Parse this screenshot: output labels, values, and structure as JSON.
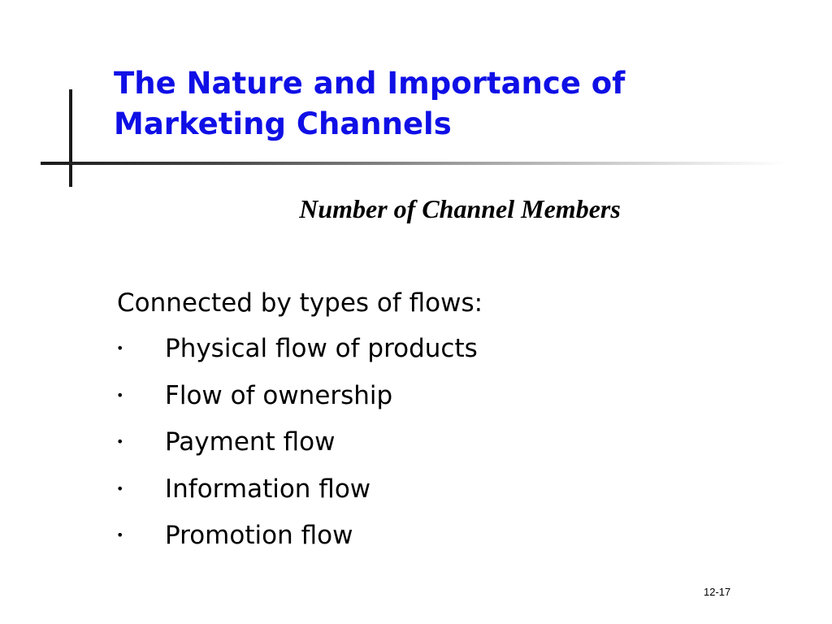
{
  "slide": {
    "title_line1": "The Nature and Importance of",
    "title_line2": "Marketing Channels",
    "subtitle": "Number of Channel Members",
    "intro": "Connected by types of flows:",
    "bullet_glyph": "•",
    "flows": [
      "Physical flow of products",
      "Flow of ownership",
      "Payment flow",
      "Information flow",
      "Promotion flow"
    ],
    "page_number": "12-17"
  },
  "colors": {
    "title": "#0f0fe6",
    "text": "#000000",
    "rules": "#1a1a1a"
  }
}
